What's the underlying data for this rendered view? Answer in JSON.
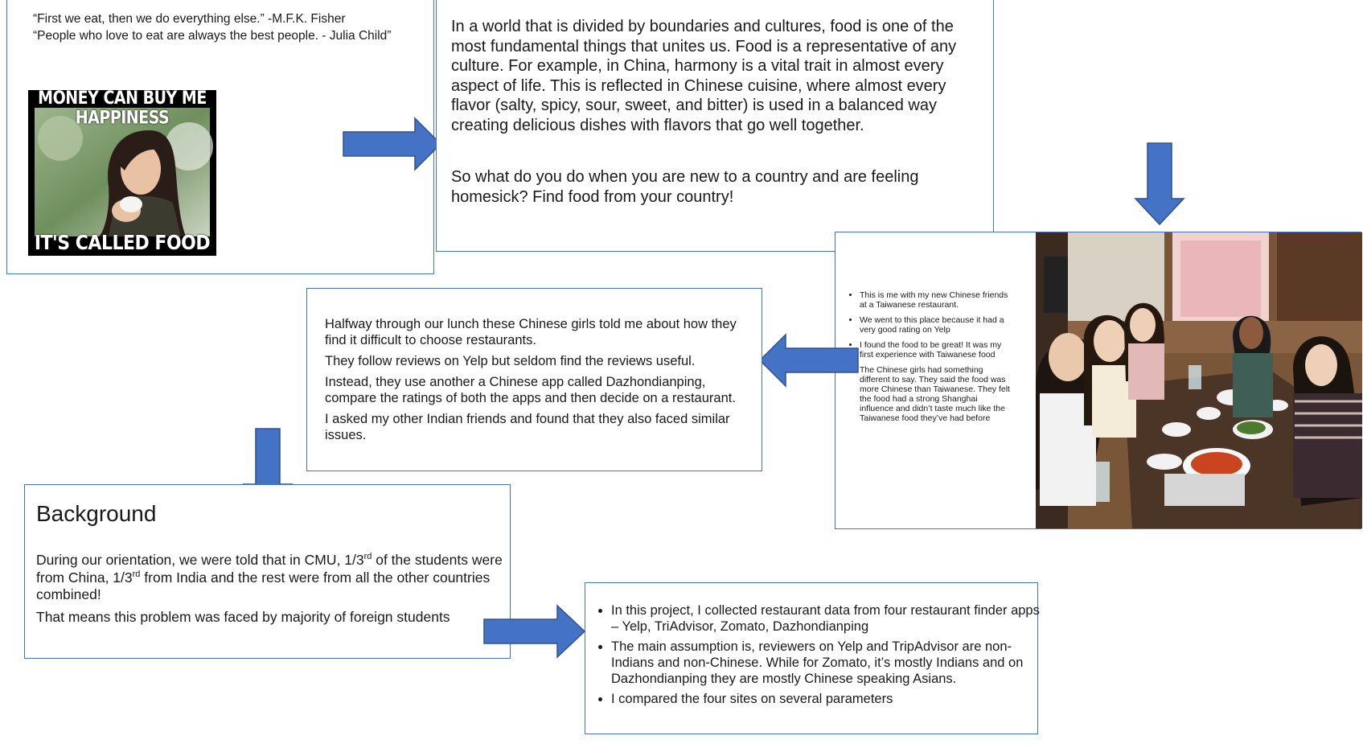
{
  "quotes": [
    "“First we eat, then we do everything else.” -M.F.K. Fisher",
    "“People who love to eat are always the best people. - Julia Child”"
  ],
  "meme": {
    "top_text_line1": "MONEY CAN BUY ME",
    "top_text_line2": "HAPPINESS",
    "bottom_text": "IT'S CALLED FOOD"
  },
  "intro": {
    "paragraph1": "In a world that is divided by boundaries and cultures, food is one of the most fundamental things that unites us. Food is a representative of any culture. For example, in China, harmony is a vital trait in almost every aspect of life. This is reflected in Chinese cuisine, where almost every flavor (salty, spicy, sour, sweet, and bitter) is used in a balanced way creating delicious dishes with flavors that go well together.",
    "paragraph2": "So what do you do when you are new to a country and are feeling homesick? Find food from your country!"
  },
  "photo_slide": {
    "bullets": [
      "This is me with my new Chinese friends at a Taiwanese restaurant.",
      "We went to this place because it had a very good rating on Yelp",
      "I found the food to be great! It was my first experience with Taiwanese food",
      "The Chinese girls had something different to say. They said the food was more Chinese than Taiwanese. They felt the food had a strong Shanghai influence and didn’t taste much like the Taiwanese food they’ve had before"
    ]
  },
  "lunch": {
    "paragraphs": [
      "Halfway through our lunch these Chinese girls told me about how they find it difficult to choose restaurants.",
      "They follow reviews on Yelp but seldom find the reviews useful.",
      "Instead, they use another a Chinese app called Dazhondianping, compare the ratings of both the apps and then decide on a restaurant.",
      "I asked my other Indian friends and found that they also faced similar issues."
    ]
  },
  "background": {
    "heading": "Background",
    "p1_a": "During our orientation, we were told that in CMU, 1/3",
    "p1_sup1": "rd",
    "p1_b": " of the students were from China, 1/3",
    "p1_sup2": "rd",
    "p1_c": " from India and the rest were from all the other countries combined!",
    "p2": "That means this problem was faced by majority of foreign students"
  },
  "project": {
    "bullets": [
      "In this project, I collected restaurant data from four restaurant finder apps – Yelp, TriAdvisor, Zomato, Dazhondianping",
      "The main assumption is, reviewers on Yelp and TripAdvisor are non-Indians and non-Chinese. While for Zomato, it’s mostly Indians and on Dazhondianping they are mostly Chinese speaking Asians.",
      "I compared the four sites on several parameters"
    ]
  },
  "colors": {
    "arrow": "#4472c4",
    "box_border": "#4472c4"
  }
}
